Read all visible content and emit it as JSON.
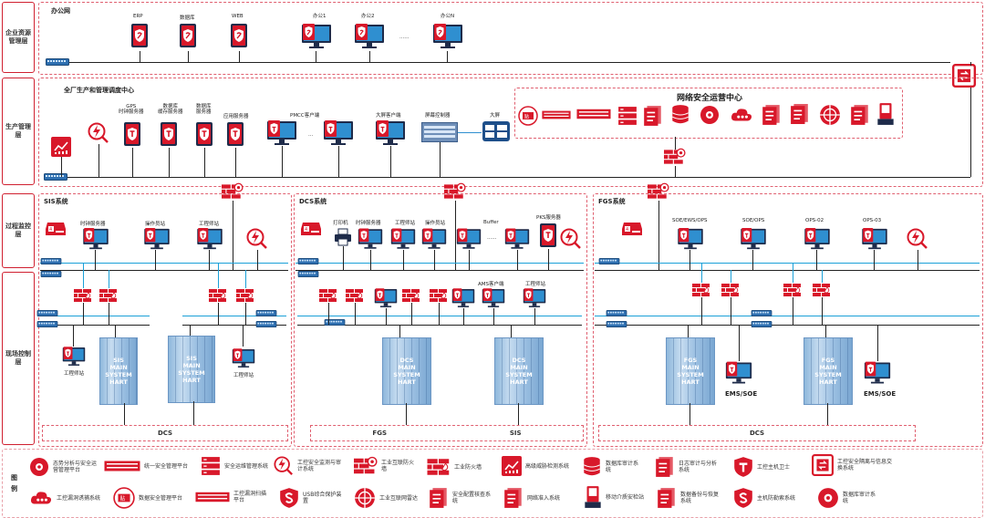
{
  "layers": {
    "enterprise": "企业资源管理层",
    "production": "生产管理层",
    "process": "过程监控层",
    "field": "现场控制层"
  },
  "office": {
    "title": "办公网",
    "erp": "ERP",
    "database": "数据库",
    "web": "WEB",
    "office1": "办公1",
    "office2": "办公2",
    "ellipsis": "......",
    "officeN": "办公N"
  },
  "production": {
    "title": "全厂生产和管理调度中心",
    "gps_server": "GPS\n时钟服务器",
    "db_server": "数据库\n缓存服务器",
    "data_server": "数据库\n服务器",
    "app_server": "应用服务器",
    "pmcc_client": "PMCC客户端",
    "ellipsis": "···",
    "bigscreen_client": "大屏客户端",
    "screen_controller": "屏幕控制器",
    "bigscreen": "大屏",
    "soc_title": "网络安全运营中心"
  },
  "sis": {
    "title": "SIS系统",
    "clock_server": "时钟服务器",
    "operator_station": "操作员站",
    "engineer_station": "工程师站",
    "cabinet": "SIS\nMAIN\nSYSTEM\nHART",
    "engineer_station_field1": "工程师站",
    "engineer_station_field2": "工程师站",
    "bottom": "DCS"
  },
  "dcs": {
    "title": "DCS系统",
    "printer": "打印机",
    "clock_server": "时钟服务器",
    "engineer_station": "工程师站",
    "operator_station": "操作员站",
    "buffer": "Buffer",
    "ellipsis": "......",
    "pks_server": "PKS服务器",
    "ams_client": "AMS客户端",
    "engineer_station2": "工程师站",
    "cabinet": "DCS\nMAIN\nSYSTEM\nHART",
    "bottom_fgs": "FGS",
    "bottom_sis": "SIS"
  },
  "fgs": {
    "title": "FGS系统",
    "soe1": "SOE/EWS/OPS",
    "soe2": "SOE/OPS",
    "ops02": "OPS-02",
    "ops03": "OPS-03",
    "cabinet": "FGS\nMAIN\nSYSTEM\nHART",
    "ems1": "EMS/SOE",
    "ems2": "EMS/SOE",
    "bottom": "DCS"
  },
  "legend": {
    "title": "图\n例",
    "items": [
      "态势分析与安全运营管理平台",
      "统一安全管理平台",
      "安全运维管理系统",
      "工控安全监测与审计系统",
      "工业互联防火墙",
      "工业防火墙",
      "高级威胁检测系统",
      "数据库审计系统",
      "日志审计与分析系统",
      "工控主机卫士",
      "工控安全隔离与信息交换系统",
      "工控漏洞诱捕系统",
      "数据安全管理平台",
      "工控漏洞扫描平台",
      "USB综合保护装置",
      "工业互联网雷达",
      "安全配置核查系统",
      "网络准入系统",
      "移动介质安检站",
      "数据备份与恢复系统",
      "主机防勒索系统",
      "数据库审计系统"
    ]
  },
  "colors": {
    "accent": "#d8182a",
    "cabinet": "#9cc0e2",
    "network": "#1aa0d8"
  }
}
